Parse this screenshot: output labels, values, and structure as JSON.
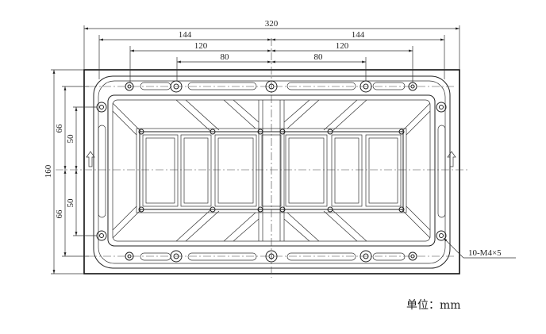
{
  "dimensions": {
    "overall_width": "320",
    "left_half": "144",
    "right_half": "144",
    "left_mid": "120",
    "right_mid": "120",
    "left_inner": "80",
    "right_inner": "80",
    "overall_height": "160",
    "upper_outer": "66",
    "lower_outer": "66",
    "upper_inner": "50",
    "lower_inner": "50"
  },
  "hole_callout": "10-M4×5",
  "unit_label": "单位：mm",
  "colors": {
    "line": "#222222",
    "background": "#ffffff"
  },
  "icons": [
    "arrow-up-icon",
    "arrow-up-icon"
  ]
}
